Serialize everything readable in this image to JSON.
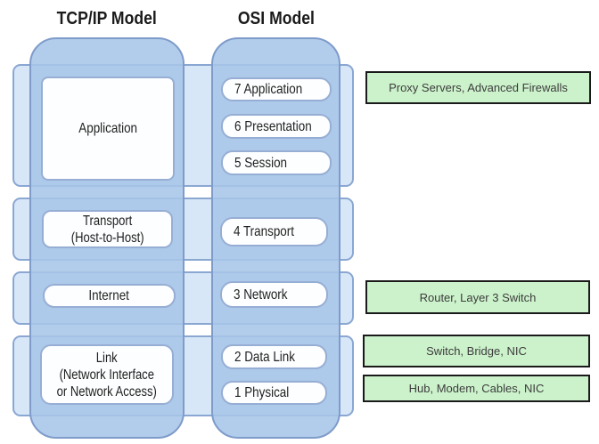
{
  "diagram": {
    "headers": {
      "tcpip": "TCP/IP Model",
      "osi": "OSI Model"
    },
    "tcpip_layers": [
      "Application",
      "Transport\n(Host-to-Host)",
      "Internet",
      "Link\n(Network Interface\nor Network Access)"
    ],
    "osi_layers": [
      "7 Application",
      "6 Presentation",
      "5 Session",
      "4 Transport",
      "3 Network",
      "2 Data Link",
      "1 Physical"
    ],
    "device_notes": [
      "Proxy Servers, Advanced Firewalls",
      "Router, Layer 3 Switch",
      "Switch, Bridge, NIC",
      "Hub, Modem, Cables, NIC"
    ],
    "colors": {
      "column_fill": "#a7c5e8",
      "column_border": "#7e9bca",
      "row_fill": "#d7e7f8",
      "row_border": "#8aa7d2",
      "label_box_border": "#97aed4",
      "label_box_fill": "#fdfeff",
      "device_fill": "#ccf2cb",
      "device_border": "#1a1a1a",
      "text": "#1f1f1f"
    }
  }
}
